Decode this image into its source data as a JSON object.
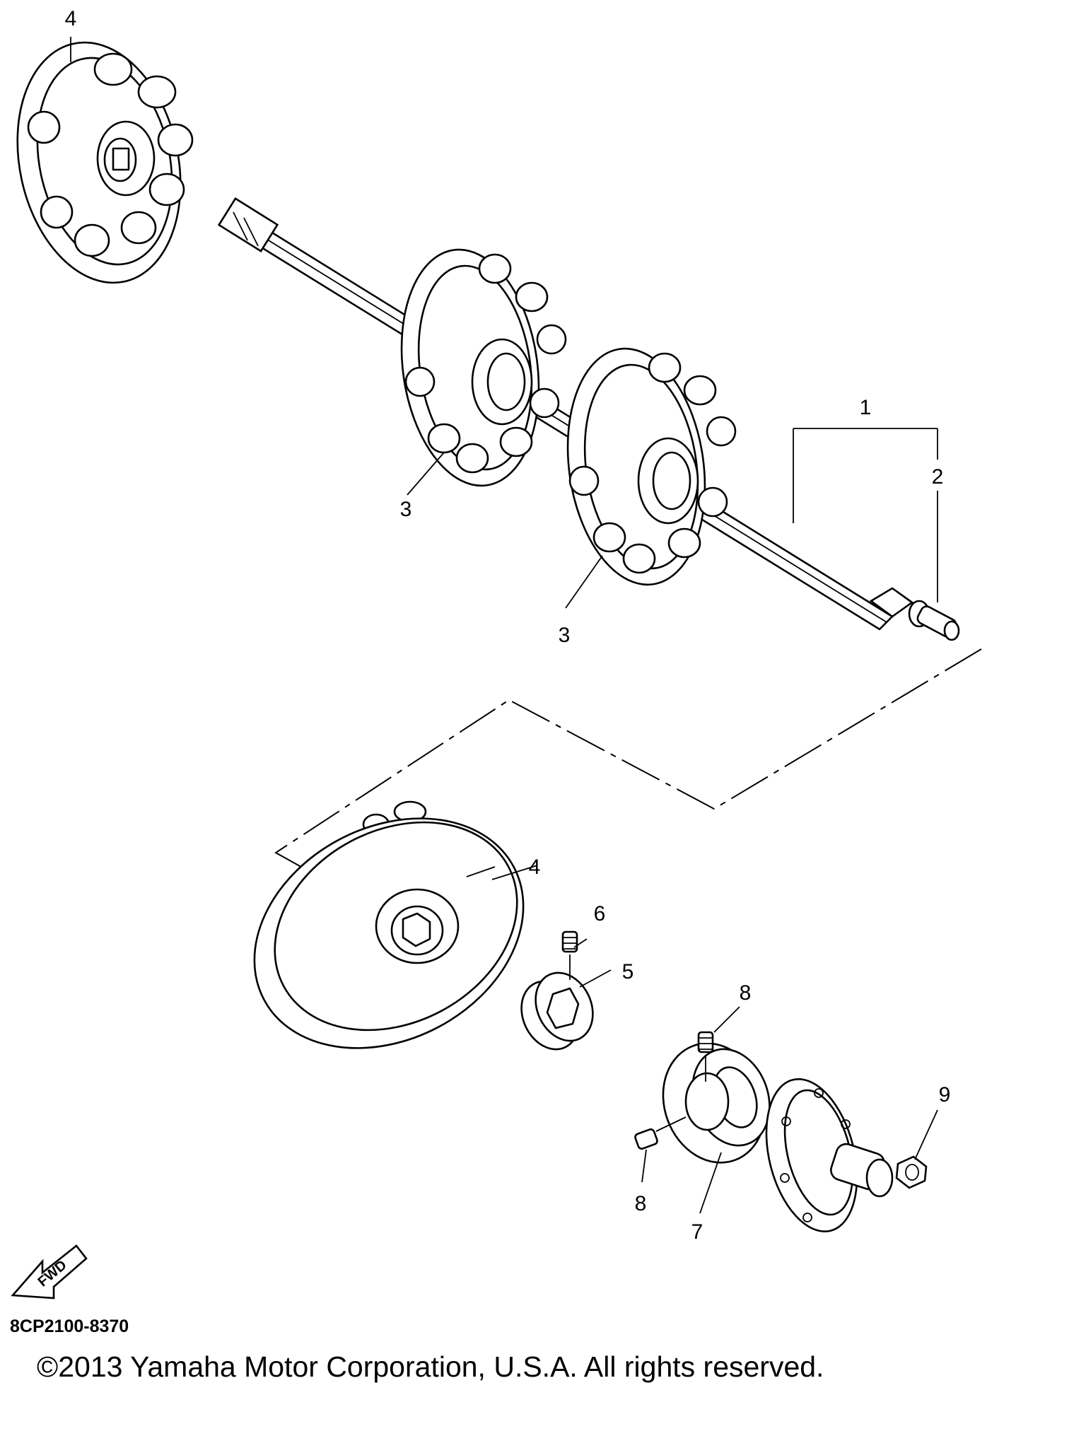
{
  "callouts": [
    {
      "id": "1",
      "label": "1"
    },
    {
      "id": "2",
      "label": "2"
    },
    {
      "id": "3a",
      "label": "3"
    },
    {
      "id": "3b",
      "label": "3"
    },
    {
      "id": "4a",
      "label": "4"
    },
    {
      "id": "4b",
      "label": "4"
    },
    {
      "id": "5",
      "label": "5"
    },
    {
      "id": "6",
      "label": "6"
    },
    {
      "id": "7",
      "label": "7"
    },
    {
      "id": "8a",
      "label": "8"
    },
    {
      "id": "8b",
      "label": "8"
    },
    {
      "id": "9",
      "label": "9"
    }
  ],
  "fwd_label": "FWD",
  "part_code": "8CP2100-8370",
  "copyright": "©2013 Yamaha Motor Corporation, U.S.A. All rights reserved."
}
